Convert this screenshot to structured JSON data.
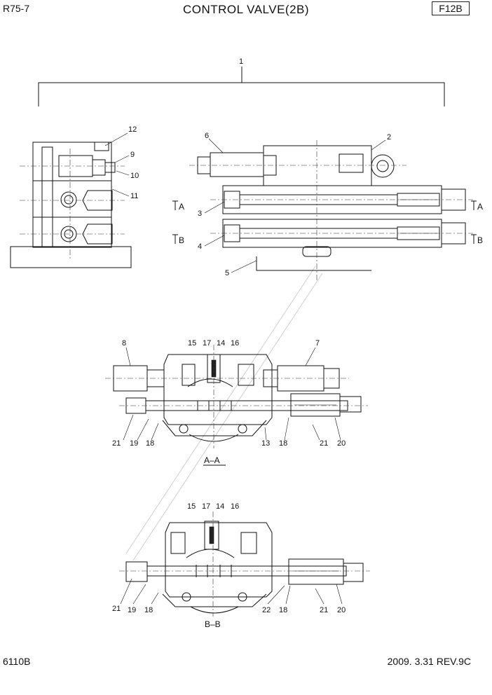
{
  "header": {
    "model": "R75-7",
    "title": "CONTROL VALVE(2B)",
    "page_code": "F12B"
  },
  "footer": {
    "doc_number": "6110B",
    "revision": "2009. 3.31 REV.9C"
  },
  "callouts": {
    "c1": "1",
    "c2": "2",
    "c3": "3",
    "c4": "4",
    "c5": "5",
    "c6": "6",
    "c7": "7",
    "c8": "8",
    "c9": "9",
    "c10": "10",
    "c11": "11",
    "c12": "12",
    "c13": "13",
    "aa_15": "15",
    "aa_17": "17",
    "aa_14": "14",
    "aa_16": "16",
    "aa_21a": "21",
    "aa_19": "19",
    "aa_18a": "18",
    "aa_18b": "18",
    "aa_21b": "21",
    "aa_20": "20",
    "bb_15": "15",
    "bb_17": "17",
    "bb_14": "14",
    "bb_16": "16",
    "bb_21a": "21",
    "bb_19": "19",
    "bb_18a": "18",
    "bb_22": "22",
    "bb_18b": "18",
    "bb_21b": "21",
    "bb_20": "20"
  },
  "section_marks": {
    "a_left": "A",
    "a_right": "A",
    "b_left": "B",
    "b_right": "B"
  },
  "section_labels": {
    "aa": "A–A",
    "bb": "B–B"
  }
}
